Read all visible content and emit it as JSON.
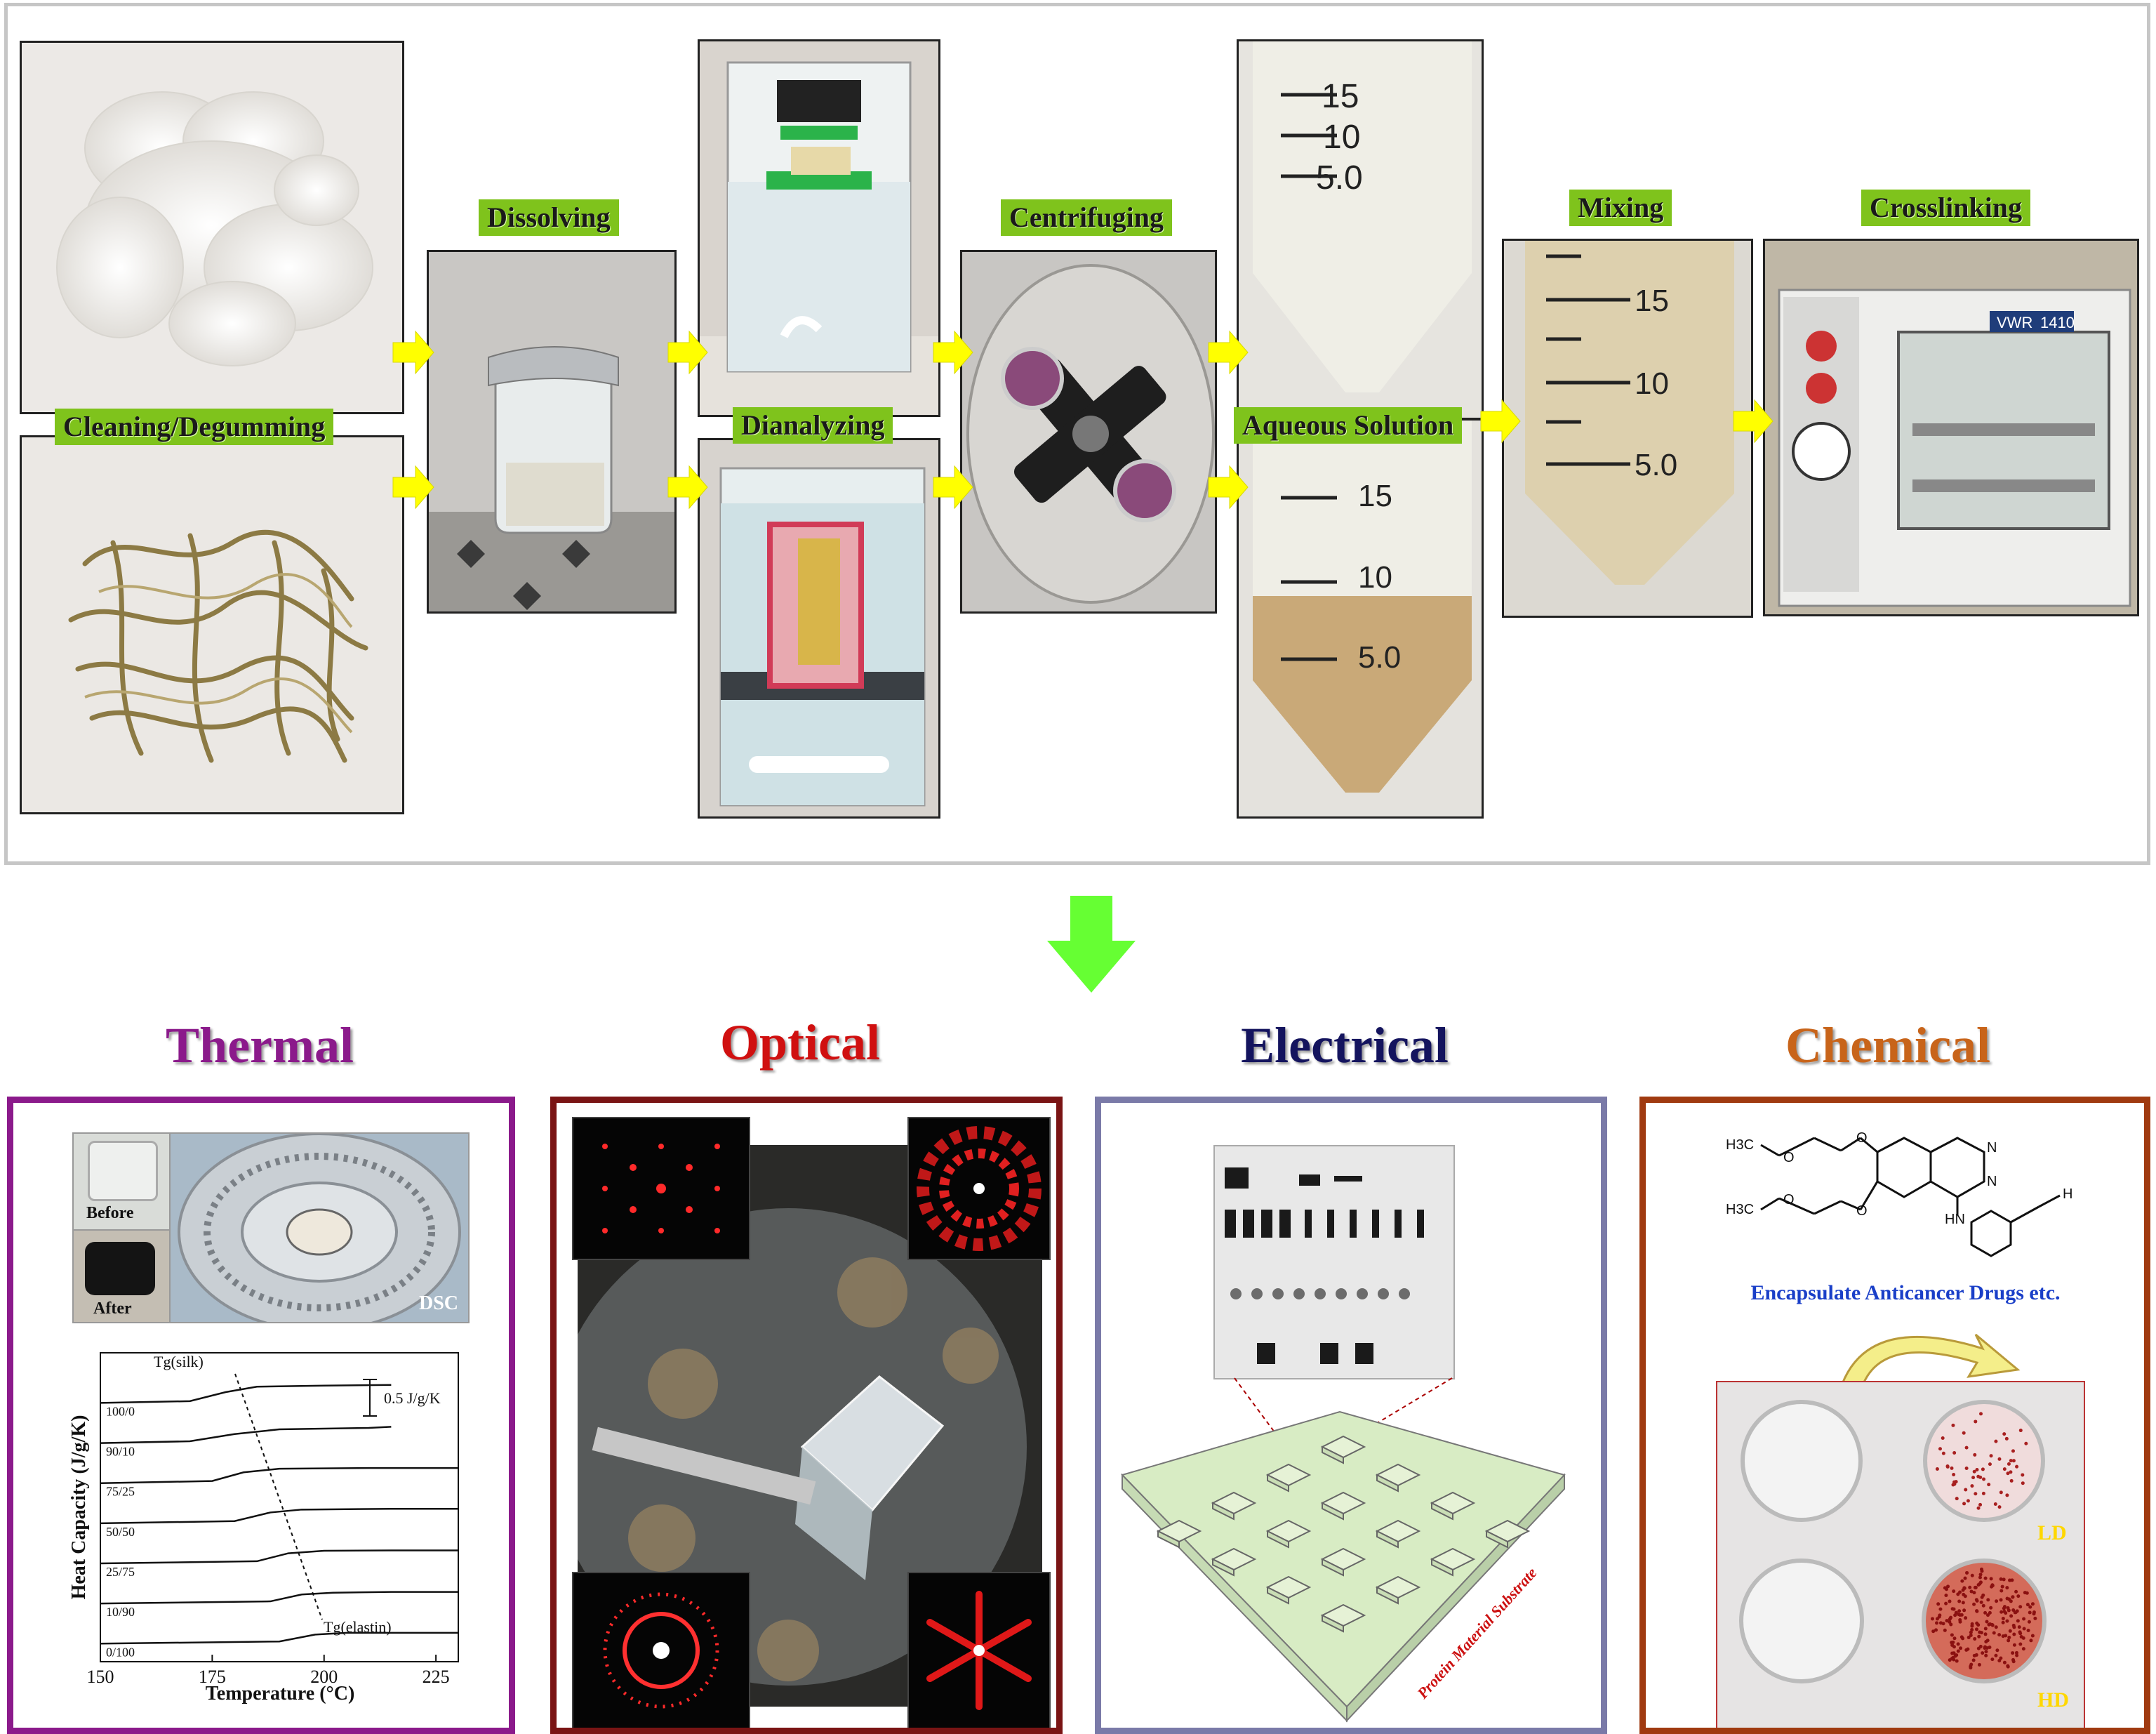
{
  "process": {
    "steps": {
      "cleaning": "Cleaning/Degumming",
      "dissolving": "Dissolving",
      "dialyzing": "Dianalyzing",
      "centrifuging": "Centrifuging",
      "aqueous": "Aqueous Solution",
      "mixing": "Mixing",
      "crosslinking": "Crosslinking"
    },
    "tube_marks": [
      "15",
      "10",
      "5.0"
    ],
    "oven_brand": "VWR",
    "oven_model": "1410"
  },
  "sections": {
    "thermal": {
      "title": "Thermal",
      "color": "#8b1a8b"
    },
    "optical": {
      "title": "Optical",
      "color": "#d01010"
    },
    "electrical": {
      "title": "Electrical",
      "color": "#14145e"
    },
    "chemical": {
      "title": "Chemical",
      "color": "#c8641a"
    }
  },
  "thermal": {
    "before": "Before",
    "after": "After",
    "dsc": "DSC",
    "chart_data": {
      "type": "line",
      "xlabel": "Temperature (°C)",
      "ylabel": "Heat Capacity (J/g/K)",
      "xlim": [
        150,
        230
      ],
      "xticks": [
        "150",
        "175",
        "200",
        "225"
      ],
      "scale_bar": "0.5 J/g/K",
      "annotations": [
        "Tg(silk)",
        "Tg(elastin)"
      ],
      "series": [
        {
          "name": "100/0",
          "x": [
            150,
            170,
            178,
            185,
            200,
            215
          ],
          "y": [
            0.0,
            0.05,
            0.3,
            0.45,
            0.48,
            0.5
          ]
        },
        {
          "name": "90/10",
          "x": [
            150,
            170,
            180,
            190,
            210,
            215
          ],
          "y": [
            0.0,
            0.05,
            0.25,
            0.38,
            0.42,
            0.45
          ]
        },
        {
          "name": "75/25",
          "x": [
            150,
            175,
            182,
            190,
            210,
            230
          ],
          "y": [
            0.0,
            0.06,
            0.3,
            0.4,
            0.42,
            0.42
          ]
        },
        {
          "name": "50/50",
          "x": [
            150,
            180,
            188,
            195,
            215,
            230
          ],
          "y": [
            0.0,
            0.06,
            0.3,
            0.38,
            0.4,
            0.4
          ]
        },
        {
          "name": "25/75",
          "x": [
            150,
            185,
            192,
            200,
            215,
            230
          ],
          "y": [
            0.0,
            0.06,
            0.28,
            0.35,
            0.36,
            0.36
          ]
        },
        {
          "name": "10/90",
          "x": [
            150,
            188,
            195,
            202,
            215,
            230
          ],
          "y": [
            0.0,
            0.06,
            0.25,
            0.3,
            0.32,
            0.32
          ]
        },
        {
          "name": "0/100",
          "x": [
            150,
            190,
            198,
            205,
            215,
            230
          ],
          "y": [
            0.0,
            0.06,
            0.25,
            0.3,
            0.3,
            0.3
          ]
        }
      ]
    }
  },
  "electrical": {
    "substrate_label": "Protein Material Substrate"
  },
  "chemical": {
    "caption": "Encapsulate Anticancer Drugs etc.",
    "ld": "LD",
    "hd": "HD",
    "formula_labels": [
      "H3C",
      "O",
      "O",
      "H3C",
      "O",
      "O",
      "N",
      "N",
      "HN",
      "H"
    ]
  },
  "colors": {
    "label_bg": "#7fc31c",
    "arrow_yellow": "#ffff00",
    "down_arrow": "#66ff33",
    "panel_thermal": "#8b1a8b",
    "panel_optical": "#7a1414",
    "panel_electrical": "#7a7aa8",
    "panel_chemical": "#a03a10"
  }
}
